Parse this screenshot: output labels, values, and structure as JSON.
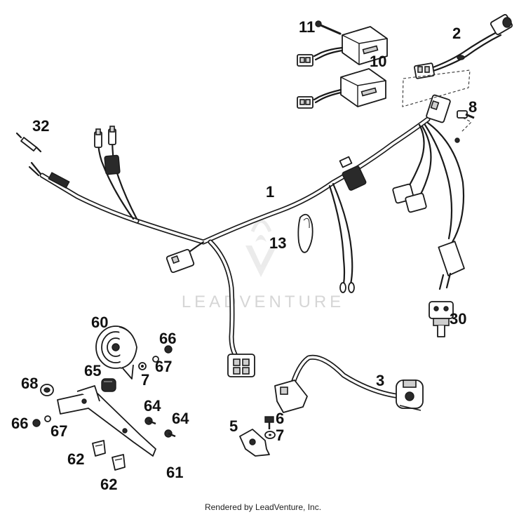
{
  "callouts": {
    "c1": "1",
    "c2": "2",
    "c3": "3",
    "c5": "5",
    "c6": "6",
    "c7a": "7",
    "c7b": "7",
    "c8": "8",
    "c10": "10",
    "c11": "11",
    "c13": "13",
    "c30": "30",
    "c32": "32",
    "c60": "60",
    "c61": "61",
    "c62a": "62",
    "c62b": "62",
    "c64a": "64",
    "c64b": "64",
    "c65": "65",
    "c66a": "66",
    "c66b": "66",
    "c67a": "67",
    "c67b": "67",
    "c68": "68"
  },
  "watermark": {
    "text": "LEADVENTURE"
  },
  "footer": {
    "credit": "Rendered by LeadVenture, Inc."
  },
  "colors": {
    "ink": "#1a1a1a",
    "watermark": "#d6d6d6",
    "background": "#ffffff"
  }
}
